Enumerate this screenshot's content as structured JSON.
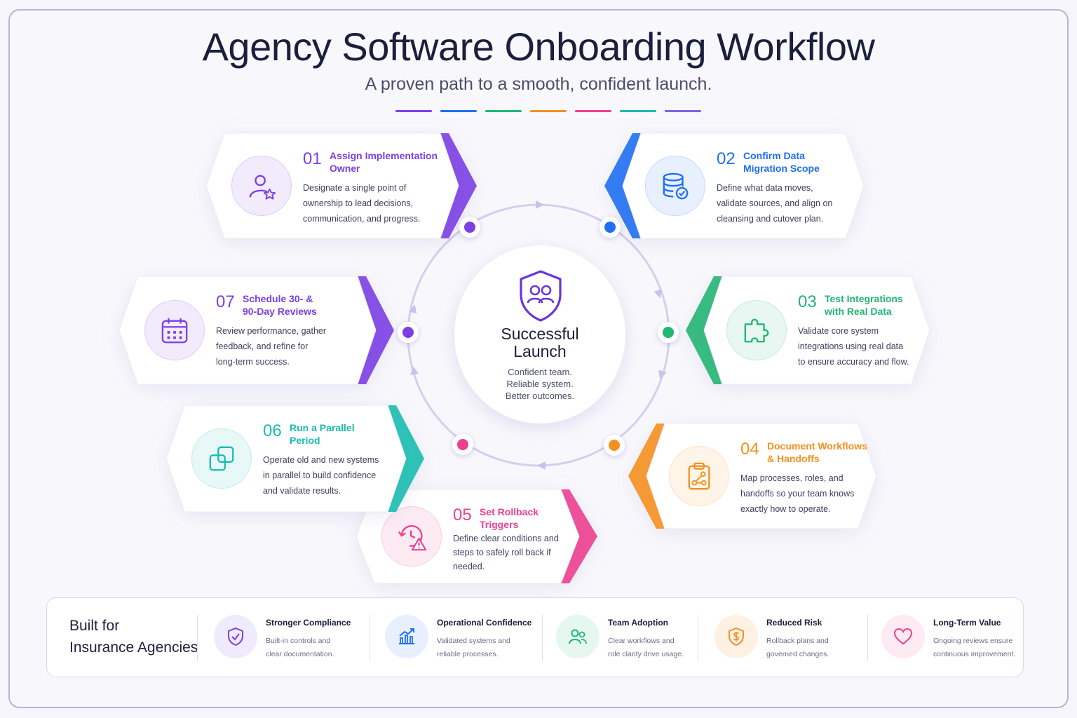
{
  "header": {
    "title": "Agency Software Onboarding Workflow",
    "subtitle": "A proven path to a smooth, confident launch."
  },
  "accent_colors": [
    "#7b3fe4",
    "#1e6ff2",
    "#22b573",
    "#f5901e",
    "#ec3f8f",
    "#18bcb0",
    "#8062e0"
  ],
  "center": {
    "title_line1": "Successful",
    "title_line2": "Launch",
    "lines": [
      "Confident team.",
      "Reliable system.",
      "Better outcomes."
    ],
    "icon": "shield-team-icon"
  },
  "steps": [
    {
      "number": "01",
      "title_line1": "Assign Implementation",
      "title_line2": "Owner",
      "desc": [
        "Designate a single point of",
        "ownership to lead decisions,",
        "communication, and progress."
      ],
      "color": "#7b3fe4",
      "icon": "user-star-icon"
    },
    {
      "number": "02",
      "title_line1": "Confirm Data",
      "title_line2": "Migration Scope",
      "desc": [
        "Define what data moves,",
        "validate sources, and align on",
        "cleansing and cutover plan."
      ],
      "color": "#1e6ff2",
      "icon": "database-check-icon"
    },
    {
      "number": "03",
      "title_line1": "Test Integrations",
      "title_line2": "with Real Data",
      "desc": [
        "Validate core system",
        "integrations using real data",
        "to ensure accuracy and flow."
      ],
      "color": "#22b573",
      "icon": "puzzle-icon"
    },
    {
      "number": "04",
      "title_line1": "Document Workflows",
      "title_line2": "& Handoffs",
      "desc": [
        "Map processes, roles, and",
        "handoffs so your team knows",
        "exactly how to operate."
      ],
      "color": "#f5901e",
      "icon": "clipboard-flow-icon"
    },
    {
      "number": "05",
      "title_line1": "Set Rollback",
      "title_line2": "Triggers",
      "desc": [
        "Define clear conditions and",
        "steps to safely roll back if",
        "needed."
      ],
      "color": "#ec3f8f",
      "icon": "rollback-warning-icon"
    },
    {
      "number": "06",
      "title_line1": "Run a Parallel",
      "title_line2": "Period",
      "desc": [
        "Operate old and new systems",
        "in parallel to build confidence",
        "and validate results."
      ],
      "color": "#18bcb0",
      "icon": "overlap-squares-icon"
    },
    {
      "number": "07",
      "title_line1": "Schedule 30- &",
      "title_line2": "90-Day Reviews",
      "desc": [
        "Review performance, gather",
        "feedback, and refine for",
        "long-term success."
      ],
      "color": "#7b3fe4",
      "icon": "calendar-icon"
    }
  ],
  "footer": {
    "heading_line1": "Built for",
    "heading_line2": "Insurance Agencies",
    "benefits": [
      {
        "title": "Stronger Compliance",
        "desc": [
          "Built-in controls and",
          "clear documentation."
        ],
        "color": "#7b3fe4",
        "icon": "shield-check-icon"
      },
      {
        "title": "Operational Confidence",
        "desc": [
          "Validated systems and",
          "reliable processes."
        ],
        "color": "#1e6ff2",
        "icon": "chart-up-icon"
      },
      {
        "title": "Team Adoption",
        "desc": [
          "Clear workflows and",
          "role clarity drive usage."
        ],
        "color": "#22b573",
        "icon": "team-icon"
      },
      {
        "title": "Reduced Risk",
        "desc": [
          "Rollback plans and",
          "governed changes."
        ],
        "color": "#f5901e",
        "icon": "dollar-shield-icon"
      },
      {
        "title": "Long-Term Value",
        "desc": [
          "Ongoing reviews ensure",
          "continuous improvement."
        ],
        "color": "#ec3f8f",
        "icon": "heart-icon"
      }
    ]
  }
}
